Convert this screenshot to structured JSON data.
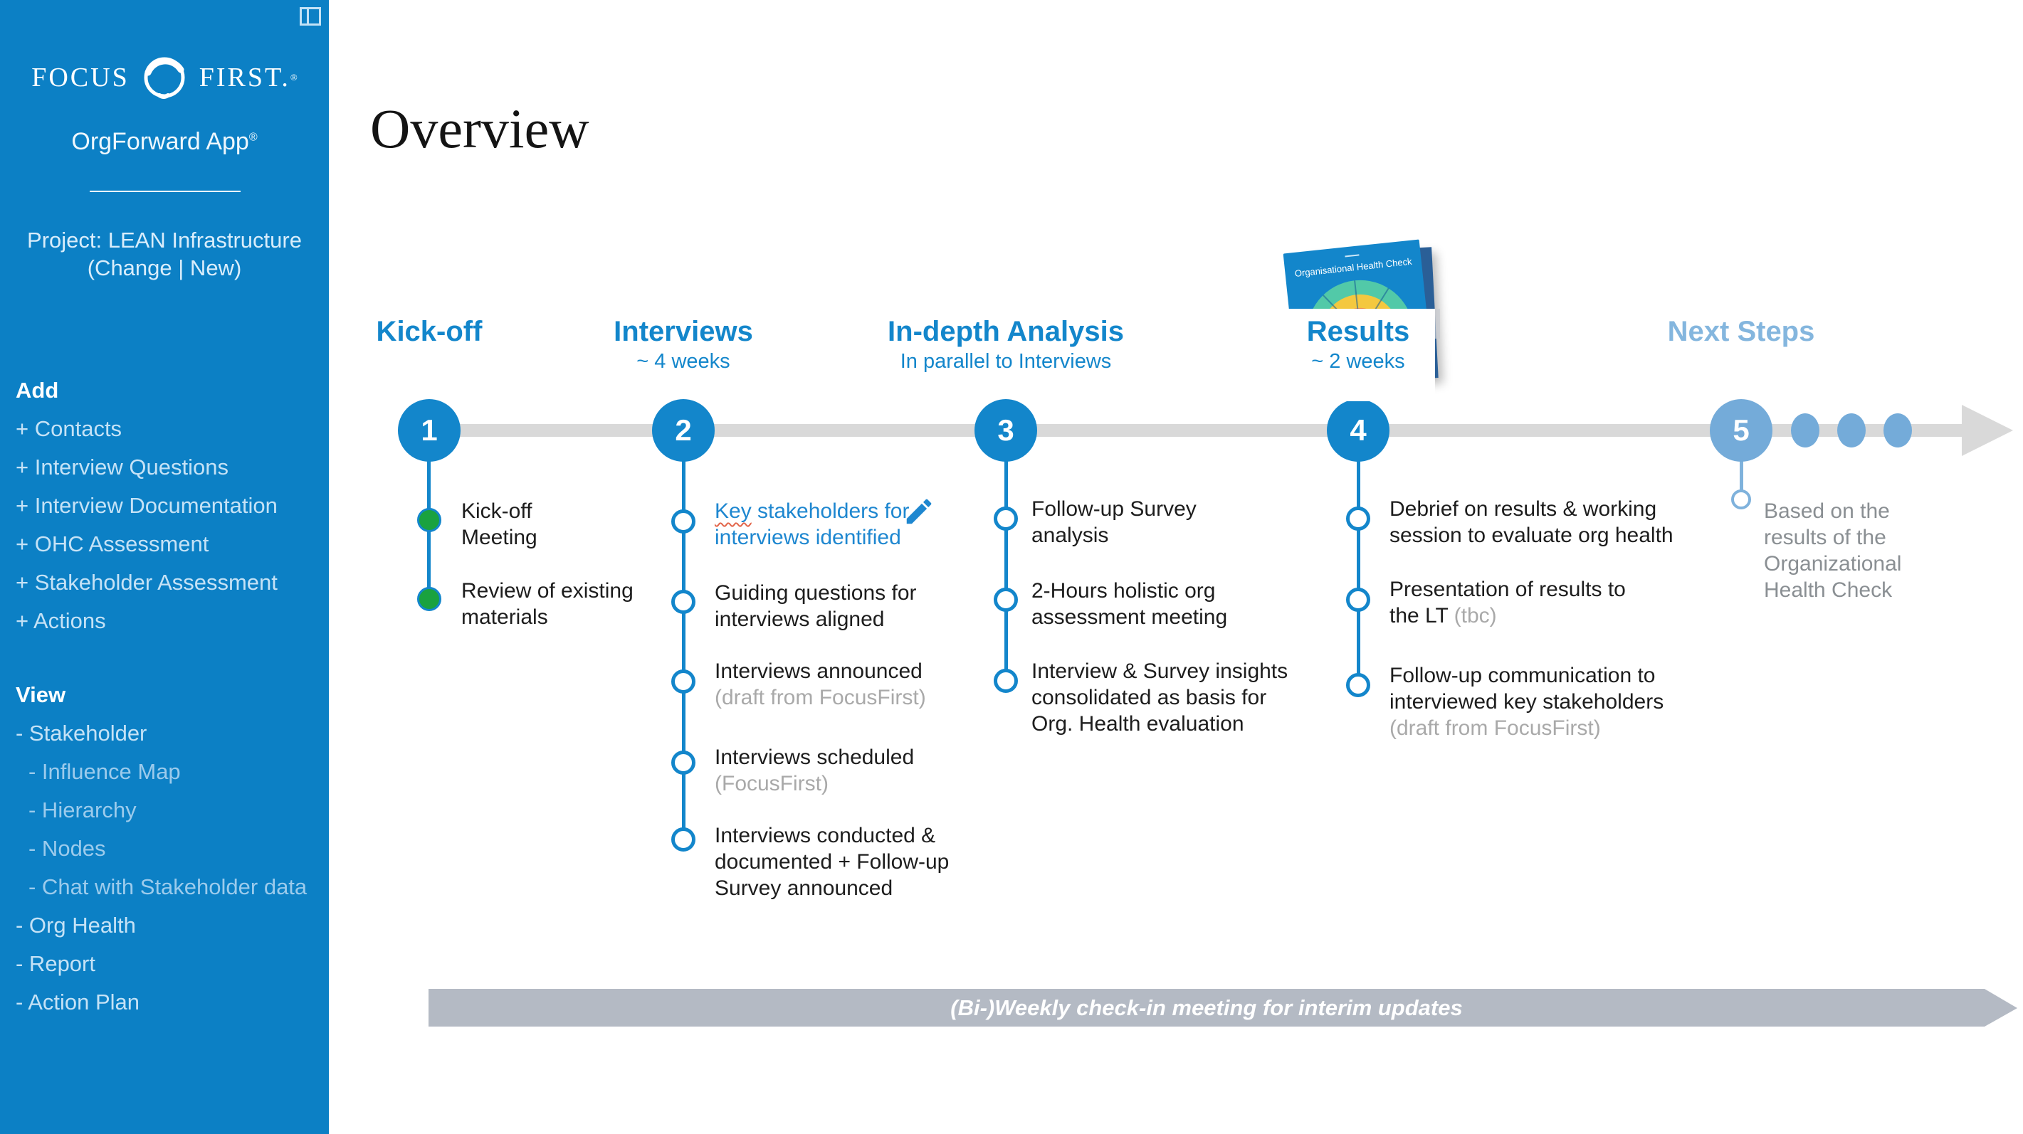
{
  "colors": {
    "brand_blue": "#0c80c5",
    "accent_blue": "#1386cb",
    "light_blue": "#74abd9",
    "done_green": "#1aa23f",
    "timeline_gray": "#d9d9d9",
    "banner_gray": "#b4bac4",
    "muted_gray": "#a9a9a9"
  },
  "sidebar": {
    "logo": {
      "word1": "FOCUS",
      "word2": "FIRST.",
      "registered": "®"
    },
    "app_name": "OrgForward App",
    "app_registered": "®",
    "project": "Project: LEAN Infrastructure\n(Change | New)",
    "add": {
      "heading": "Add",
      "items": [
        {
          "label": "+ Contacts"
        },
        {
          "label": "+ Interview Questions"
        },
        {
          "label": "+ Interview Documentation"
        },
        {
          "label": "+ OHC Assessment"
        },
        {
          "label": "+ Stakeholder Assessment"
        },
        {
          "label": "+ Actions"
        }
      ]
    },
    "view": {
      "heading": "View",
      "items": [
        {
          "label": "- Stakeholder"
        },
        {
          "label": "- Influence Map"
        },
        {
          "label": "- Hierarchy"
        },
        {
          "label": "- Nodes"
        },
        {
          "label": "- Chat with Stakeholder data"
        },
        {
          "label": "- Org Health"
        },
        {
          "label": "- Report"
        },
        {
          "label": "- Action Plan"
        }
      ]
    }
  },
  "main": {
    "title": "Overview",
    "phases": [
      {
        "name": "Kick-off",
        "subtitle": "",
        "number": "1"
      },
      {
        "name": "Interviews",
        "subtitle": "~ 4 weeks",
        "number": "2"
      },
      {
        "name": "In-depth Analysis",
        "subtitle": "In parallel to Interviews",
        "number": "3"
      },
      {
        "name": "Results",
        "subtitle": "~ 2 weeks",
        "number": "4"
      },
      {
        "name": "Next Steps",
        "subtitle": "",
        "number": "5"
      }
    ],
    "report_card": {
      "title": "Organisational Health Check"
    },
    "tasks": [
      {
        "items": [
          {
            "text": "Kick-off\nMeeting",
            "status": "done"
          },
          {
            "text": "Review of existing\nmaterials",
            "status": "done"
          }
        ]
      },
      {
        "items": [
          {
            "text_first_word": "Key",
            "text_rest": " stakeholders for\ninterviews identified",
            "status": "open",
            "link": true,
            "icon": "pencil-icon"
          },
          {
            "text": "Guiding questions for\ninterviews aligned",
            "status": "open"
          },
          {
            "text": "Interviews announced",
            "note": "(draft from FocusFirst)",
            "status": "open"
          },
          {
            "text": "Interviews scheduled",
            "note": "(FocusFirst)",
            "status": "open"
          },
          {
            "text": "Interviews conducted &\ndocumented + Follow-up\nSurvey announced",
            "status": "open"
          }
        ]
      },
      {
        "items": [
          {
            "text": "Follow-up Survey\nanalysis",
            "status": "open"
          },
          {
            "text": "2-Hours holistic org\nassessment meeting",
            "status": "open"
          },
          {
            "text": "Interview & Survey insights\nconsolidated as basis for\nOrg. Health evaluation",
            "status": "open"
          }
        ]
      },
      {
        "items": [
          {
            "text": "Debrief on results & working\nsession to evaluate org health",
            "status": "open"
          },
          {
            "text": "Presentation of results to\nthe LT",
            "note_inline": " (tbc)",
            "status": "open"
          },
          {
            "text": "Follow-up communication to\ninterviewed key stakeholders",
            "note": "(draft from FocusFirst)",
            "status": "open"
          }
        ]
      },
      {
        "items": [
          {
            "text": "Based on the\nresults of the\nOrganizational\nHealth Check",
            "status": "open-light"
          }
        ]
      }
    ],
    "banner": "(Bi-)Weekly check-in meeting for interim updates"
  }
}
